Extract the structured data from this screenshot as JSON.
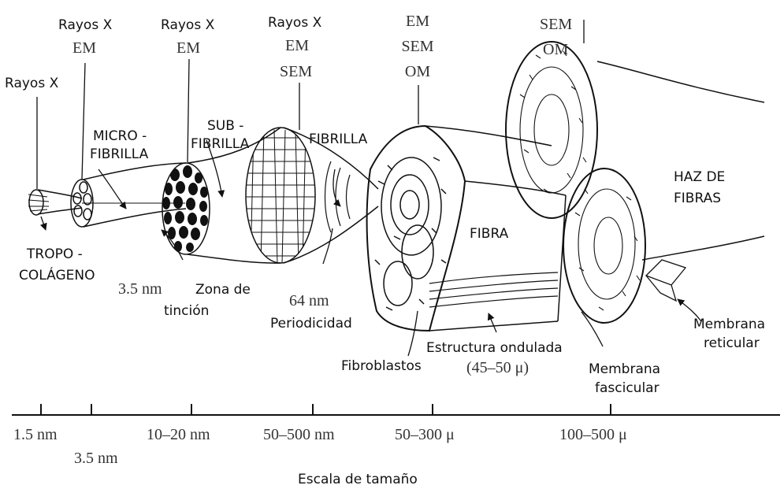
{
  "methods": {
    "tropo": [
      "Rayos X"
    ],
    "micro": [
      "Rayos X",
      "EM"
    ],
    "sub": [
      "Rayos X",
      "EM"
    ],
    "fibrilla": [
      "Rayos X",
      "EM",
      "SEM"
    ],
    "fibra": [
      "EM",
      "SEM",
      "OM"
    ],
    "haz": [
      "SEM",
      "OM"
    ]
  },
  "structures": {
    "microfibrilla": [
      "MICRO -",
      "FIBRILLA"
    ],
    "subfibrilla": [
      "SUB -",
      "FIBRILLA"
    ],
    "fibrilla": "FIBRILLA",
    "fibra": "FIBRA",
    "haz": [
      "HAZ DE",
      "FIBRAS"
    ],
    "tropocolageno": [
      "TROPO -",
      "COLÁGENO"
    ]
  },
  "annotations": {
    "nm35": "3.5 nm",
    "zona": [
      "Zona de",
      "tinción"
    ],
    "nm64": "64 nm",
    "periodicidad": "Periodicidad",
    "fibroblastos": "Fibroblastos",
    "ondulada": "Estructura ondulada",
    "ondulada_size": "(45–50 μ)",
    "fascicular": [
      "Membrana",
      "fascicular"
    ],
    "reticular": [
      "Membrana",
      "reticular"
    ]
  },
  "scale": {
    "ticks": [
      "1.5 nm",
      "3.5 nm",
      "10–20 nm",
      "50–500 nm",
      "50–300 μ",
      "100–500 μ"
    ],
    "title": "Escala de tamaño"
  },
  "colors": {
    "ink": "#111111",
    "label_gray": "#444444"
  }
}
